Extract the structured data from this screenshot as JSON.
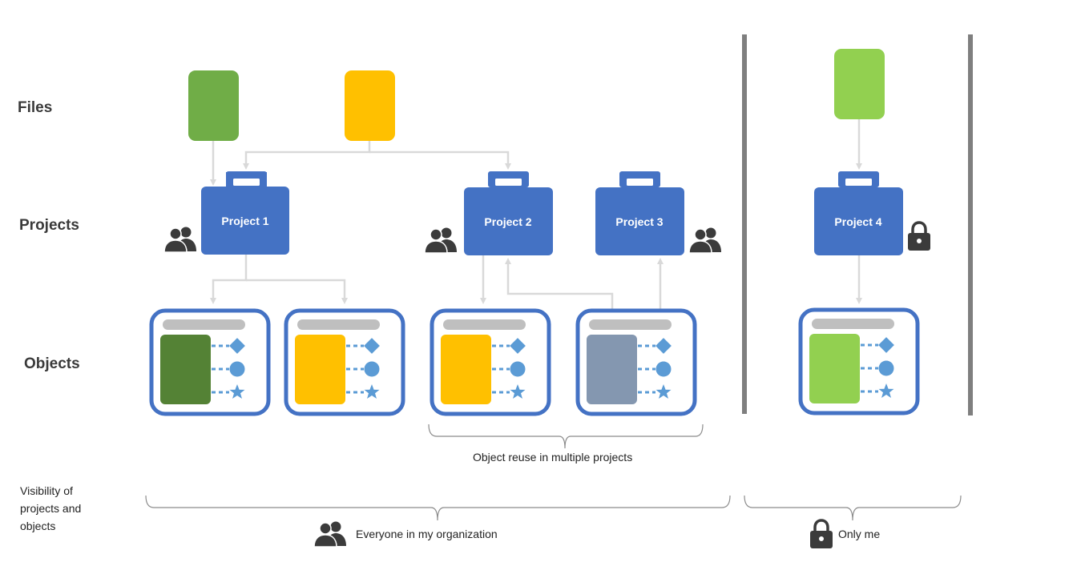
{
  "rows": {
    "files": "Files",
    "projects": "Projects",
    "objects": "Objects"
  },
  "visibility_label": "Visibility of projects and objects",
  "projects": [
    {
      "label": "Project 1",
      "visibility": "group-icon"
    },
    {
      "label": "Project 2",
      "visibility": "group-icon"
    },
    {
      "label": "Project 3",
      "visibility": "group-icon"
    },
    {
      "label": "Project 4",
      "visibility": "lock-icon"
    }
  ],
  "notes": {
    "reuse": "Object reuse in multiple projects",
    "everyone": "Everyone in my organization",
    "only_me": "Only me"
  },
  "colors": {
    "project_blue": "#4472C4",
    "file_green": "#70AD47",
    "file_yellow": "#FFC000",
    "file_light_green": "#92D050",
    "object_dark_green": "#548235",
    "object_slate": "#8497B0",
    "connector": "#D9D9D9",
    "divider": "#7F7F7F",
    "icon_dark": "#3B3B3B",
    "glyph_blue": "#5B9BD5"
  }
}
